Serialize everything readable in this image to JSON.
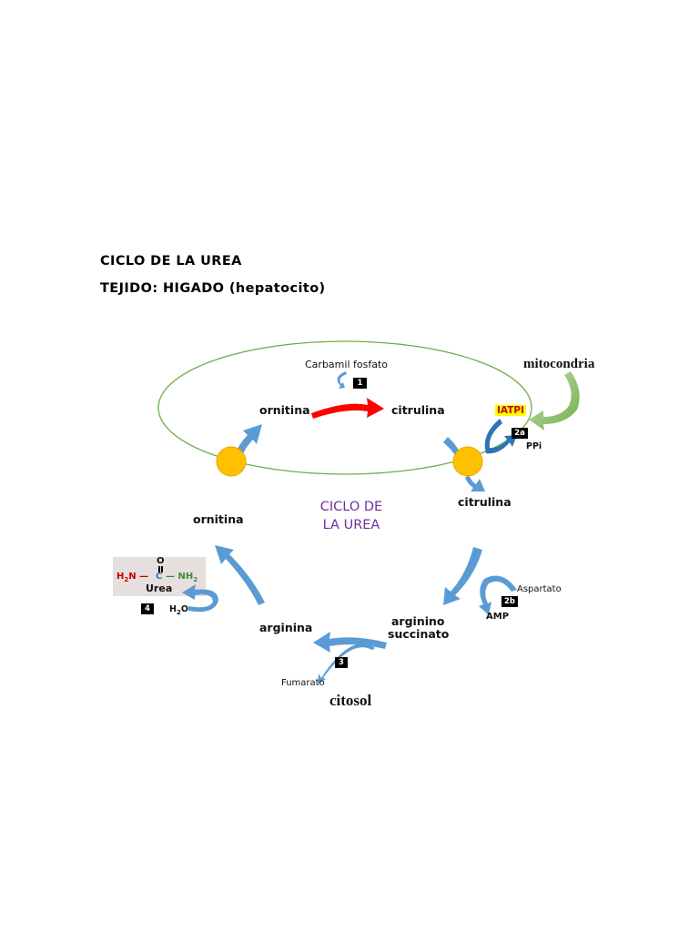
{
  "header": {
    "title": "CICLO DE LA UREA",
    "subtitle": "TEJIDO: HIGADO (hepatocito)"
  },
  "compartments": {
    "mitochondria": "mitocondria",
    "cytosol": "citosol"
  },
  "center_label": {
    "line1": "CICLO DE",
    "line2": "LA UREA"
  },
  "metabolites": {
    "ornitina_mito": "ornitina",
    "citrulina_mito": "citrulina",
    "carbamil_fosfato": "Carbamil fosfato",
    "citrulina_cyto": "citrulina",
    "ornitina_cyto": "ornitina",
    "arginina": "arginina",
    "argininosuccinato_1": "arginino",
    "argininosuccinato_2": "succinato",
    "fumarato": "Fumarato",
    "aspartato": "Aspartato",
    "amp": "AMP",
    "ppi": "PPi",
    "atp": "ATP",
    "h2o": "H2O"
  },
  "steps": {
    "s1": "1",
    "s2a": "2a",
    "s2b": "2b",
    "s3": "3",
    "s4": "4"
  },
  "urea": {
    "o": "O",
    "h2n": "H2N",
    "c": "C",
    "nh2": "NH2",
    "name": "Urea"
  },
  "colors": {
    "membrane": "#70ad47",
    "arrow_blue": "#5b9bd5",
    "arrow_red": "#ff0000",
    "transporter": "#ffc000",
    "center_text": "#7030a0",
    "atp_highlight": "#ffff00",
    "green_arrow": "#92d050"
  }
}
